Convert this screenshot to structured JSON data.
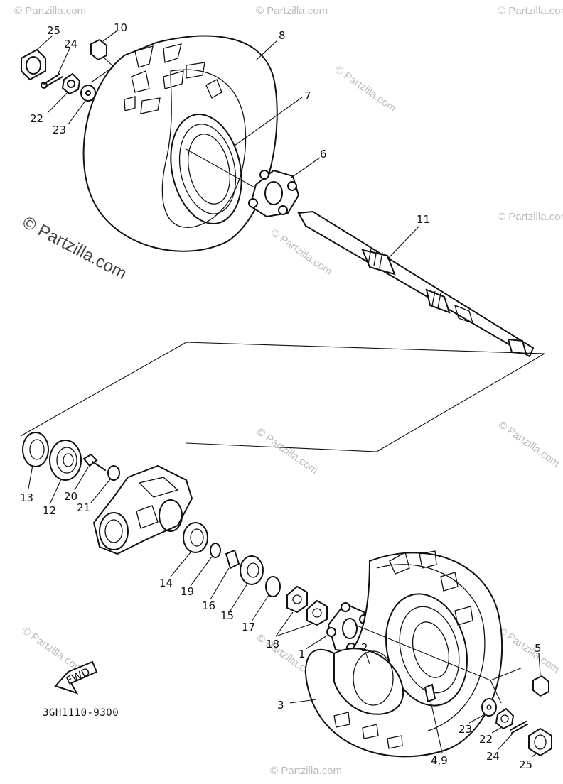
{
  "watermark": {
    "brand": "© Partzilla.com",
    "prominent": "© Partzilla.com"
  },
  "diagram_code": "3GH1110-9300",
  "fwd_badge": "FWD",
  "callouts": [
    {
      "id": "c25a",
      "text": "25"
    },
    {
      "id": "c10",
      "text": "10"
    },
    {
      "id": "c24a",
      "text": "24"
    },
    {
      "id": "c8",
      "text": "8"
    },
    {
      "id": "c22a",
      "text": "22"
    },
    {
      "id": "c23a",
      "text": "23"
    },
    {
      "id": "c7",
      "text": "7"
    },
    {
      "id": "c6",
      "text": "6"
    },
    {
      "id": "c11",
      "text": "11"
    },
    {
      "id": "c13",
      "text": "13"
    },
    {
      "id": "c12",
      "text": "12"
    },
    {
      "id": "c20",
      "text": "20"
    },
    {
      "id": "c21",
      "text": "21"
    },
    {
      "id": "c14",
      "text": "14"
    },
    {
      "id": "c19",
      "text": "19"
    },
    {
      "id": "c16",
      "text": "16"
    },
    {
      "id": "c15",
      "text": "15"
    },
    {
      "id": "c17",
      "text": "17"
    },
    {
      "id": "c18",
      "text": "18"
    },
    {
      "id": "c1",
      "text": "1"
    },
    {
      "id": "c2",
      "text": "2"
    },
    {
      "id": "c5",
      "text": "5"
    },
    {
      "id": "c3",
      "text": "3"
    },
    {
      "id": "c23b",
      "text": "23"
    },
    {
      "id": "c22b",
      "text": "22"
    },
    {
      "id": "c24b",
      "text": "24"
    },
    {
      "id": "c49",
      "text": "4,9"
    },
    {
      "id": "c25b",
      "text": "25"
    }
  ]
}
